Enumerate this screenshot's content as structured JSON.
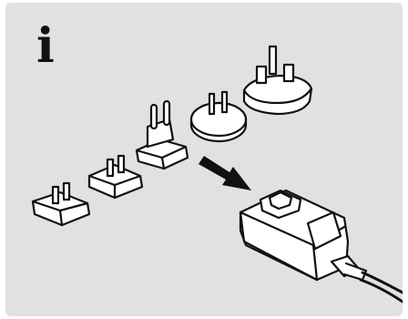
{
  "info_icon": {
    "label": "i",
    "icon": "info-icon"
  },
  "illustration": {
    "icon": "plug-adapter-illustration",
    "adapters": [
      "us-plug-adapter",
      "us-plug-adapter-alt",
      "eu-plug-adapter",
      "au-plug-adapter",
      "uk-plug-adapter"
    ],
    "arrow": "arrow-right-icon",
    "device": "power-supply-unit"
  },
  "colors": {
    "background": "#e1e1e1",
    "stroke": "#111111",
    "fill": "#ffffff"
  }
}
